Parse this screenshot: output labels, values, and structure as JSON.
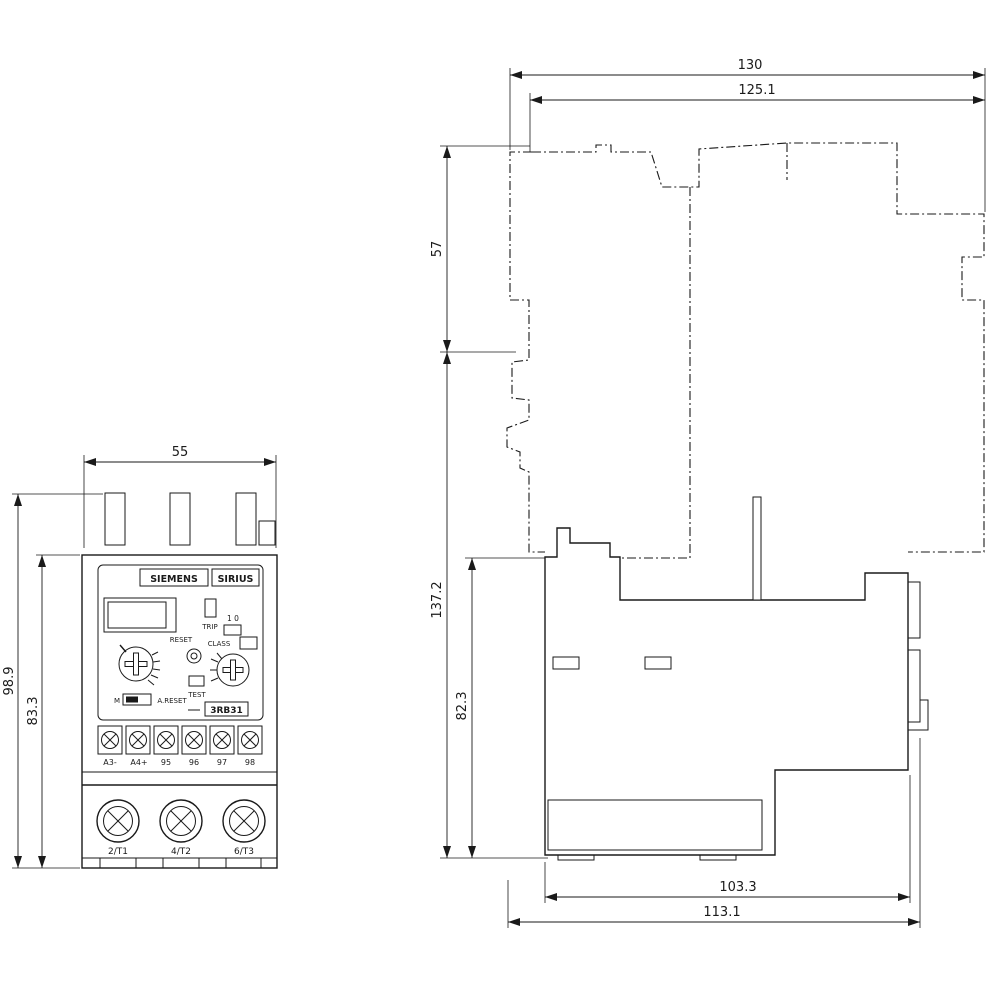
{
  "front_view": {
    "dims": {
      "width": "55",
      "height_total": "98.9",
      "height_body": "83.3"
    },
    "labels": {
      "brand": "SIEMENS",
      "series": "SIRIUS",
      "trip": "TRIP",
      "trip_switch": "1 0",
      "reset": "RESET",
      "class": "CLASS",
      "test": "TEST",
      "mode_m": "M",
      "a_reset": "A.RESET",
      "model": "3RB31"
    },
    "aux_terminals": [
      "A3-",
      "A4+",
      "95",
      "96",
      "97",
      "98"
    ],
    "main_terminals": [
      "2/T1",
      "4/T2",
      "6/T3"
    ]
  },
  "side_view": {
    "dims": {
      "width_overall": "130",
      "width_device": "125.1",
      "height_upper": "57",
      "height_lower": "137.2",
      "height_relay": "82.3",
      "depth_relay": "103.3",
      "depth_overall": "113.1"
    }
  },
  "colors": {
    "line": "#1a1a1a",
    "background": "#ffffff"
  }
}
